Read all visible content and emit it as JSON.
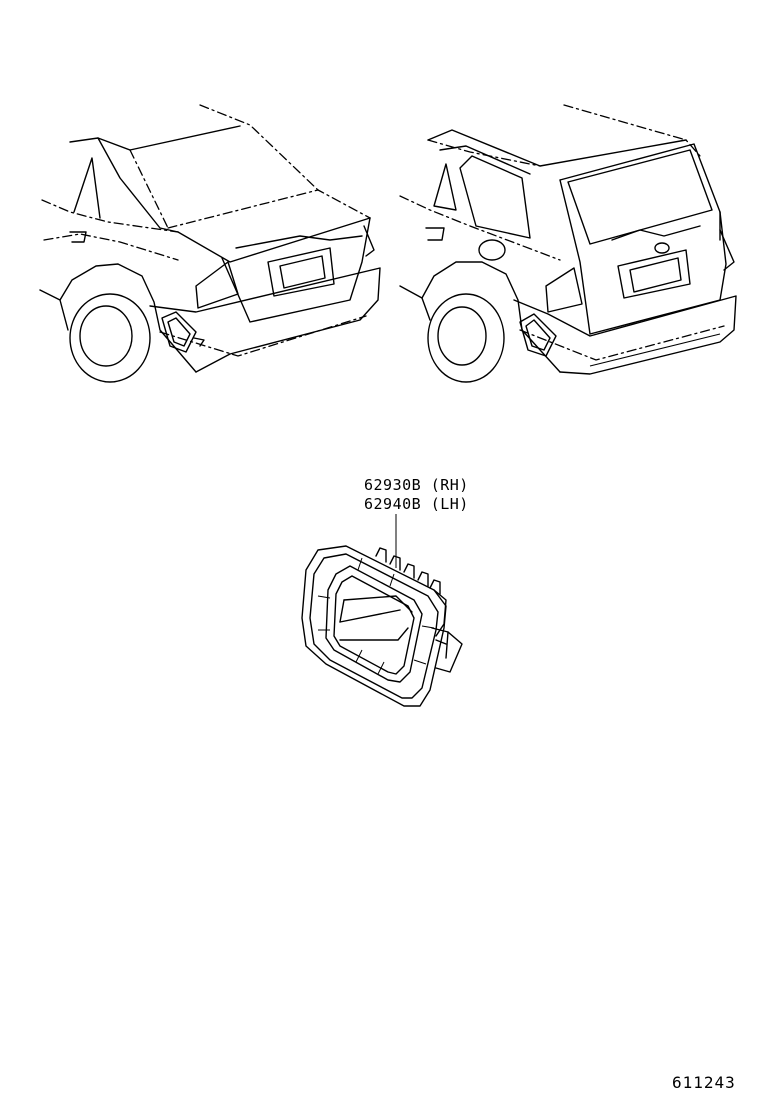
{
  "parts": [
    {
      "number": "62930B",
      "side": "(RH)"
    },
    {
      "number": "62940B",
      "side": "(LH)"
    }
  ],
  "diagram_id": "611243",
  "colors": {
    "line": "#000000",
    "background": "#ffffff"
  }
}
